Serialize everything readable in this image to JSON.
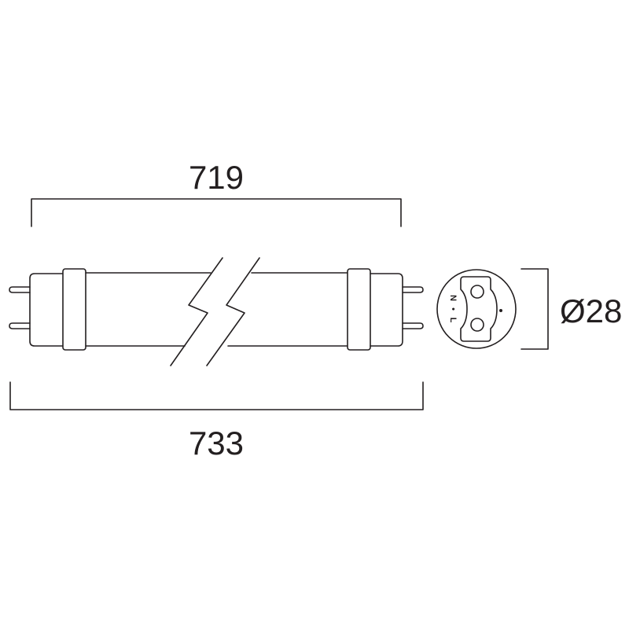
{
  "dimensions": {
    "inner_length": "719",
    "overall_length": "733",
    "diameter": "Ø28"
  },
  "end_cap": {
    "pin_labels": {
      "neutral": "N",
      "separator": "•",
      "live": "L"
    }
  }
}
